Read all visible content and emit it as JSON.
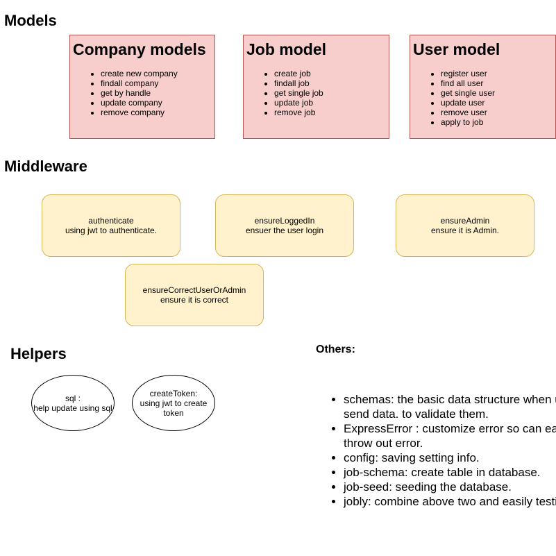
{
  "sections": {
    "models": "Models",
    "middleware": "Middleware",
    "helpers": "Helpers"
  },
  "models": [
    {
      "title": "Company models",
      "items": [
        "create new company",
        "findall company",
        "get by handle",
        "update company",
        "remove company"
      ]
    },
    {
      "title": "Job model",
      "items": [
        "create job",
        "findall job",
        "get single job",
        "update job",
        "remove job"
      ]
    },
    {
      "title": "User model",
      "items": [
        "register user",
        "find all user",
        "get single user",
        "update user",
        "remove user",
        "apply to job"
      ]
    }
  ],
  "middleware": [
    {
      "name": "authenticate",
      "desc": "using jwt to authenticate."
    },
    {
      "name": "ensureLoggedIn",
      "desc": "ensuer the user login"
    },
    {
      "name": "ensureAdmin",
      "desc": "ensure it is Admin."
    },
    {
      "name": "ensureCorrectUserOrAdmin",
      "desc": "ensure it is correct"
    }
  ],
  "helpers": [
    {
      "line1": "sql :",
      "line2": "help update using sql"
    },
    {
      "line1": "createToken:",
      "line2": "using jwt to create",
      "line3": "token"
    }
  ],
  "others": {
    "title": "Others:",
    "items": [
      "schemas: the basic data structure when user send data. to validate them.",
      "ExpressError : customize error so can easily throw out error.",
      "config: saving setting info.",
      "job-schema: create table in database.",
      "job-seed: seeding the database.",
      "jobly: combine above two and easily testing."
    ]
  },
  "colors": {
    "model_fill": "#f8cecc",
    "model_border": "#b85450",
    "middleware_fill": "#fff2cc",
    "middleware_border": "#d6b656"
  }
}
